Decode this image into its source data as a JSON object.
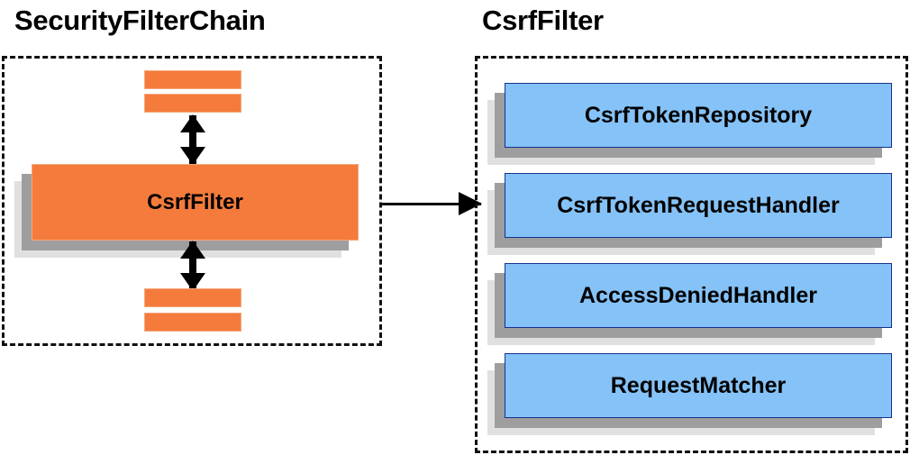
{
  "diagram": {
    "title_left": "SecurityFilterChain",
    "title_right": "CsrfFilter",
    "colors": {
      "orange_fill": "#F47B3C",
      "orange_border": "#F6A77E",
      "blue_fill": "#85C2F7",
      "blue_border": "#17308F",
      "shadow_dark": "#9E9E9E",
      "shadow_light": "#E0E0E0",
      "outline_dashed": "#111111",
      "text": "#000000",
      "background": "#FFFFFF"
    }
  },
  "left_panel": {
    "title": "SecurityFilterChain",
    "filters_above": [
      {
        "label": ""
      },
      {
        "label": ""
      }
    ],
    "focus_node": {
      "label": "CsrfFilter"
    },
    "filters_below": [
      {
        "label": ""
      },
      {
        "label": ""
      }
    ],
    "arrow_top": {
      "type": "double-headed-vertical"
    },
    "arrow_bottom": {
      "type": "double-headed-vertical"
    }
  },
  "connector": {
    "type": "arrow-right",
    "from": "CsrfFilter",
    "to": "CsrfFilter details"
  },
  "right_panel": {
    "title": "CsrfFilter",
    "collaborators": [
      {
        "label": "CsrfTokenRepository"
      },
      {
        "label": "CsrfTokenRequestHandler"
      },
      {
        "label": "AccessDeniedHandler"
      },
      {
        "label": "RequestMatcher"
      }
    ]
  }
}
